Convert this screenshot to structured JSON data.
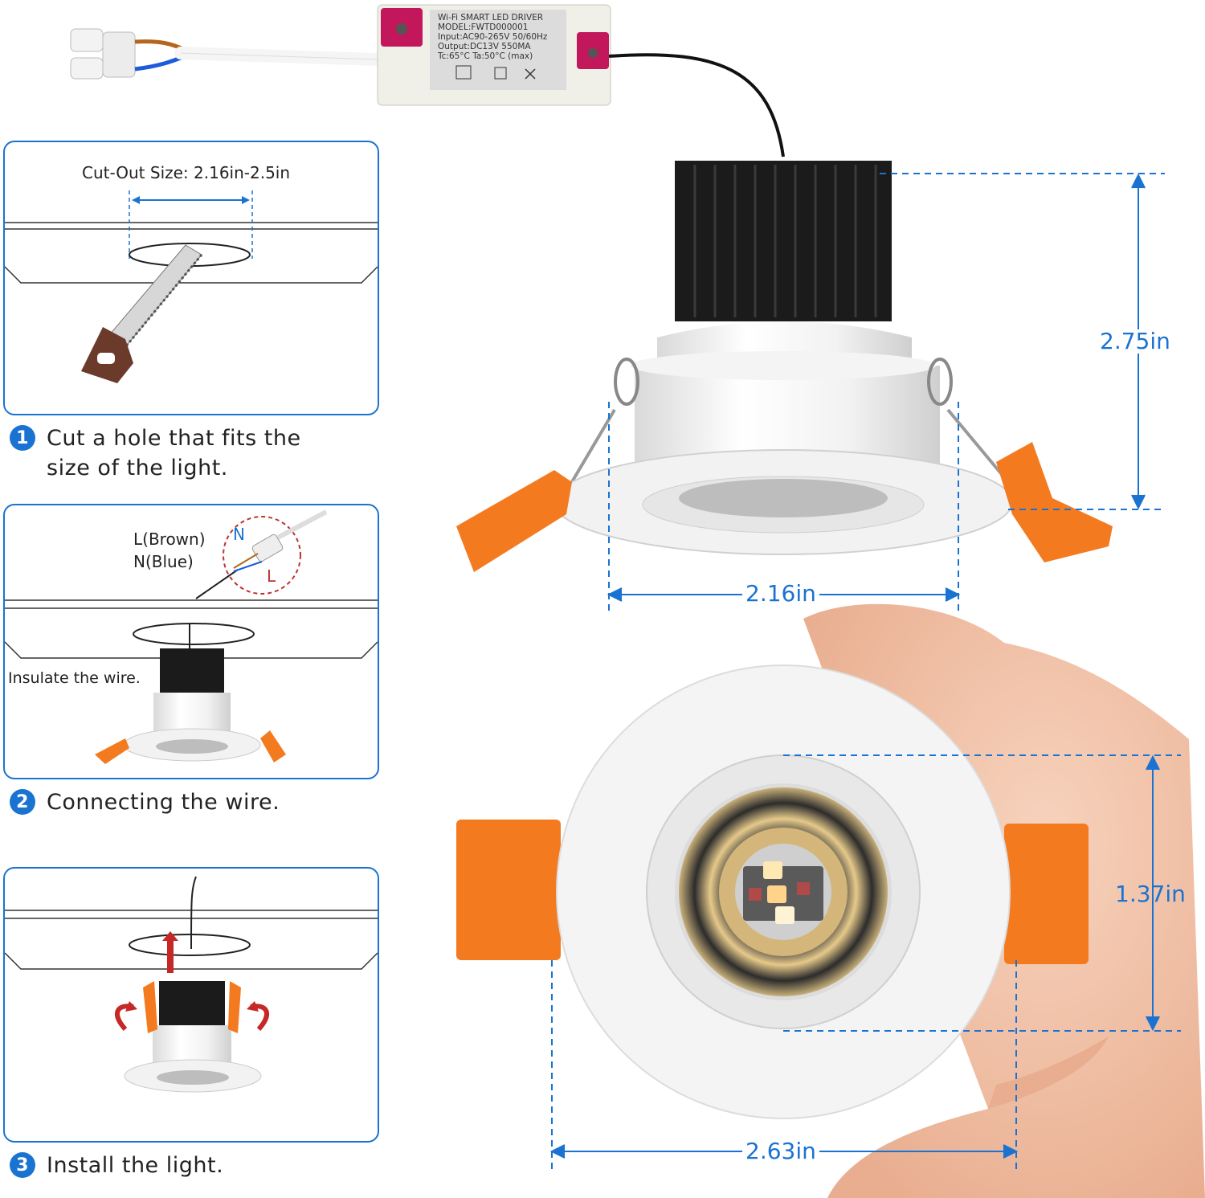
{
  "driver": {
    "lines": [
      "Wi-Fi SMART LED DRIVER",
      "MODEL:FWTD000001",
      "Input:AC90-265V 50/60Hz",
      "Output:DC13V 550MA",
      "Tc:65°C  Ta:50°C  (max)"
    ]
  },
  "panel1": {
    "cutout_label": "Cut-Out Size: 2.16in-2.5in"
  },
  "panel2": {
    "brown_label": "L(Brown)",
    "blue_label": "N(Blue)",
    "n_mark": "N",
    "l_mark": "L",
    "insulate_label": "Insulate the wire."
  },
  "steps": [
    {
      "num": "1",
      "text": "Cut a hole that fits the size of the light."
    },
    {
      "num": "2",
      "text": "Connecting the wire."
    },
    {
      "num": "3",
      "text": "Install the light."
    }
  ],
  "dimensions": {
    "height": "2.75in",
    "top_width": "2.16in",
    "inner_diameter": "1.37in",
    "outer_diameter": "2.63in"
  },
  "colors": {
    "accent": "#1a73d1",
    "clip_orange": "#f47a20",
    "heatsink": "#1c1c1c",
    "driver_pink": "#c2185b"
  }
}
